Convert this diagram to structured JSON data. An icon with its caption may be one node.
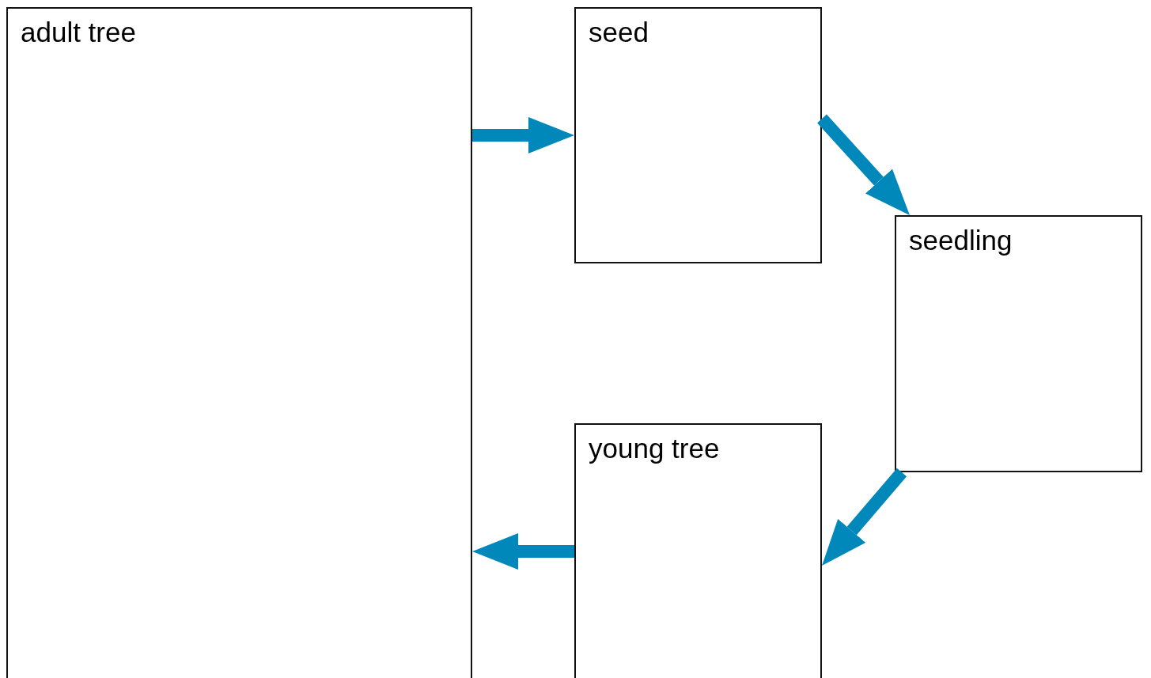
{
  "diagram": {
    "nodes": [
      {
        "text": [
          "adult tree"
        ]
      },
      {
        "text": [
          "seed"
        ]
      },
      {
        "text": [
          "seedling"
        ]
      },
      {
        "text": [
          "young tree"
        ]
      }
    ],
    "edges": [
      {
        "from": 0,
        "to": 1,
        "arrow": "to"
      },
      {
        "from": 1,
        "to": 2,
        "arrow": "to"
      },
      {
        "from": 2,
        "to": 3,
        "arrow": "to"
      },
      {
        "from": 3,
        "to": 0,
        "arrow": "to"
      }
    ]
  }
}
